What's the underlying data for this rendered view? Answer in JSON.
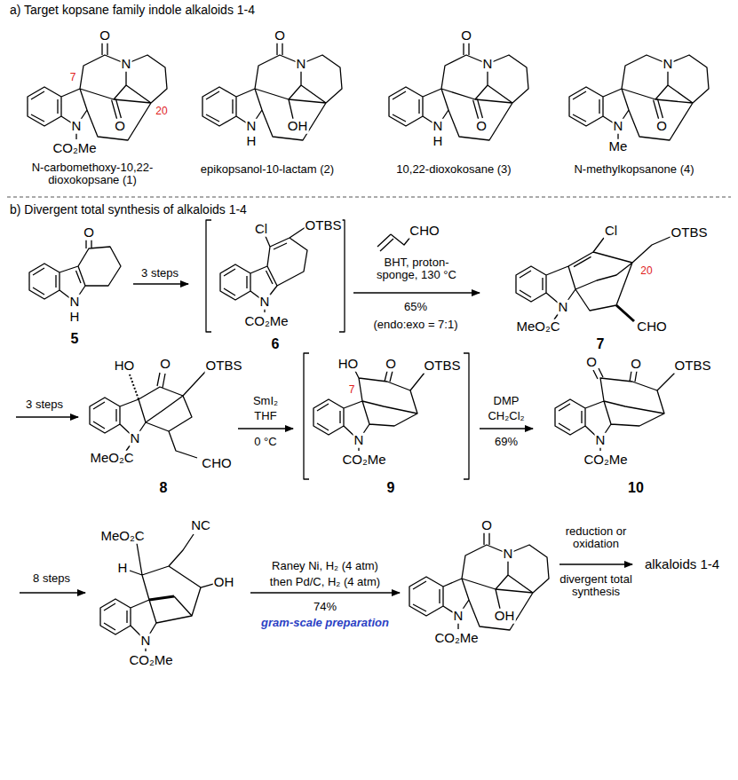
{
  "diagram": {
    "labels": [
      "a) Target kopsane family indole alkaloids 1-4",
      "O",
      "N",
      "7",
      "O",
      "20",
      "N",
      "CO₂Me",
      "N-carbomethoxy-10,22- dioxokopsane (1)",
      "O",
      "N",
      "OH",
      "N",
      "H",
      "epikopsanol-10-lactam (2)",
      "O",
      "N",
      "O",
      "N",
      "H",
      "10,22-dioxokosane (3)",
      "N",
      "O",
      "N",
      "Me",
      "N-methylkopsanone (4)",
      "b) Divergent total synthesis of alkaloids 1-4",
      "O",
      "N",
      "H",
      "5",
      "3 steps",
      "Cl",
      "OTBS",
      "N",
      "CO₂Me",
      "6",
      "CHO",
      "BHT, proton- sponge, 130 °C",
      "65%",
      "(endo:exo = 7:1)",
      "Cl",
      "OTBS",
      "20",
      "N",
      "MeO₂C",
      "CHO",
      "7",
      "3 steps",
      "HO",
      "O",
      "OTBS",
      "N",
      "MeO₂C",
      "CHO",
      "8",
      "SmI₂",
      "THF",
      "0 °C",
      "HO",
      "O",
      "OTBS",
      "7",
      "N",
      "CO₂Me",
      "9",
      "DMP",
      "CH₂Cl₂",
      "69%",
      "O",
      "O",
      "OTBS",
      "N",
      "CO₂Me",
      "10",
      "8 steps",
      "MeO₂C",
      "NC",
      "H",
      "OH",
      "N",
      "CO₂Me",
      "Raney Ni, H₂ (4 atm)",
      "then Pd/C, H₂ (4 atm)",
      "74%",
      "gram-scale preparation",
      "O",
      "N",
      "OH",
      "N",
      "CO₂Me",
      "reduction or oxidation",
      "divergent total synthesis",
      "alkaloids 1-4"
    ]
  }
}
